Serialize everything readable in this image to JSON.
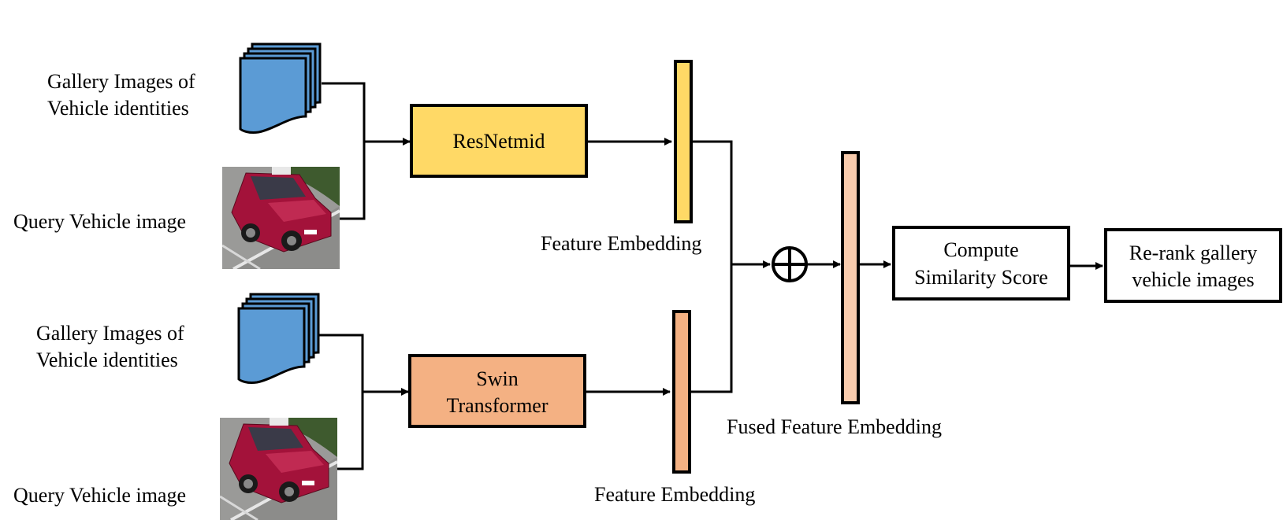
{
  "colors": {
    "resnet_box": "#FFD966",
    "swin_box": "#F4B183",
    "resnet_embedding": "#FFD966",
    "swin_embedding": "#F4B183",
    "fused_embedding": "#F8CBAD",
    "gallery_stack": "#5B9BD5",
    "stroke": "#000000",
    "car_body": "#A3123A"
  },
  "icons": {
    "gallery_stack": "document-stack-icon",
    "query_image": "car-photo-icon",
    "fusion": "circled-plus-icon"
  },
  "branch_top": {
    "gallery_label_line1": "Gallery Images of",
    "gallery_label_line2": "Vehicle identities",
    "query_label": "Query Vehicle image",
    "model_label": "ResNetmid",
    "embedding_label": "Feature Embedding"
  },
  "branch_bottom": {
    "gallery_label_line1": "Gallery Images of",
    "gallery_label_line2": "Vehicle identities",
    "query_label": "Query Vehicle image",
    "model_label_line1": "Swin",
    "model_label_line2": "Transformer",
    "embedding_label": "Feature Embedding"
  },
  "fusion": {
    "fused_label": "Fused Feature Embedding"
  },
  "similarity": {
    "label_line1": "Compute",
    "label_line2": "Similarity Score"
  },
  "rerank": {
    "label_line1": "Re-rank gallery",
    "label_line2": "vehicle images"
  }
}
